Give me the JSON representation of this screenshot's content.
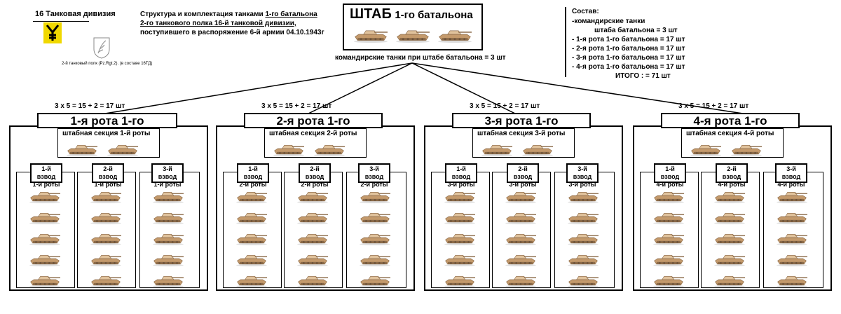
{
  "division": {
    "title": "16 Танковая дивизия",
    "regiment_note": "2-й танковый полк (Pz.Rgt.2). (в составе 16ТД)"
  },
  "heading": {
    "line1_prefix": "Структура и комплектация танками ",
    "line1_link": "1-го батальона",
    "line2": "2-го танкового полка 16-й  танковой дивизии,",
    "line3": "поступившего в распоряжение 6-й армии  04.10.1943г"
  },
  "hq": {
    "title_big": "ШТАБ",
    "title_small": "1-го батальона",
    "tanks": 3,
    "caption": "командирские танки при штабе батальона = 3 шт"
  },
  "composition": {
    "title": "Состав:",
    "lines": [
      "-командирские танки",
      "штаба батальона  =  3 шт",
      "- 1-я рота 1-го батальона = 17 шт",
      "- 2-я рота 1-го батальона = 17 шт",
      "- 3-я рота 1-го батальона = 17 шт",
      "- 4-я рота 1-го батальона = 17 шт",
      "ИТОГО :  = 71 шт"
    ]
  },
  "colors": {
    "tank_body": "#c49a6c",
    "tank_dark": "#8b6a48",
    "tank_light": "#e0c29c",
    "line": "#000000"
  },
  "companies": [
    {
      "title": "1-я рота  1-го батальона",
      "formula": "3 х 5 = 15 + 2 = 17 шт",
      "hq_section": "штабная секция 1-й роты",
      "platoons": [
        "1-й взвод",
        "2-й взвод",
        "3-й взвод"
      ],
      "platoon_sub": "1-й роты",
      "tanks_per_platoon": 5
    },
    {
      "title": "2-я рота  1-го батальона",
      "formula": "3 х 5 = 15 + 2 = 17 шт",
      "hq_section": "штабная секция 2-й роты",
      "platoons": [
        "1-й взвод",
        "2-й взвод",
        "3-й взвод"
      ],
      "platoon_sub": "2-й роты",
      "tanks_per_platoon": 5
    },
    {
      "title": "3-я рота  1-го батальона",
      "formula": "3 х 5 = 15 + 2 = 17 шт",
      "hq_section": "штабная секция 3-й роты",
      "platoons": [
        "1-й взвод",
        "2-й взвод",
        "3-й взвод"
      ],
      "platoon_sub": "3-й роты",
      "tanks_per_platoon": 5
    },
    {
      "title": "4-я рота  1-го батальона",
      "formula": "3 х 5 = 15 + 2 = 17 шт",
      "hq_section": "штабная секция 4-й роты",
      "platoons": [
        "1-й взвод",
        "2-й взвод",
        "3-й взвод"
      ],
      "platoon_sub": "4-й роты",
      "tanks_per_platoon": 5
    }
  ]
}
